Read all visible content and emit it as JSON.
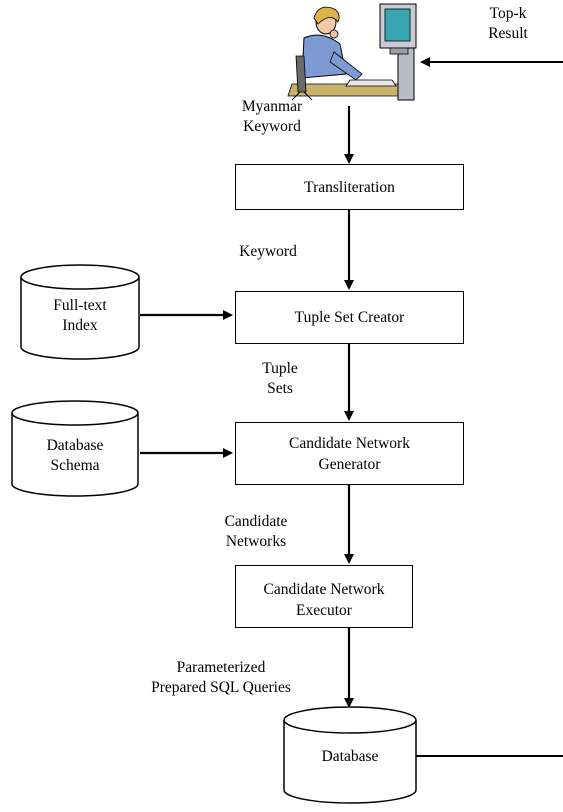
{
  "top_result_label": "Top-k\nResult",
  "edge_labels": {
    "user_to_transliteration": "Myanmar\nKeyword",
    "transliteration_to_tuple": "Keyword",
    "tuple_to_cn_generator": "Tuple\nSets",
    "generator_to_executor": "Candidate\nNetworks",
    "executor_to_database": "Parameterized\nPrepared SQL Queries"
  },
  "processes": {
    "transliteration": "Transliteration",
    "tuple_set_creator": "Tuple Set Creator",
    "cn_generator": "Candidate Network\nGenerator",
    "cn_executor": "Candidate Network\nExecutor"
  },
  "stores": {
    "fulltext_index": "Full-text\nIndex",
    "database_schema": "Database\nSchema",
    "database": "Database"
  },
  "icons": {
    "user": "user-at-computer-icon"
  }
}
